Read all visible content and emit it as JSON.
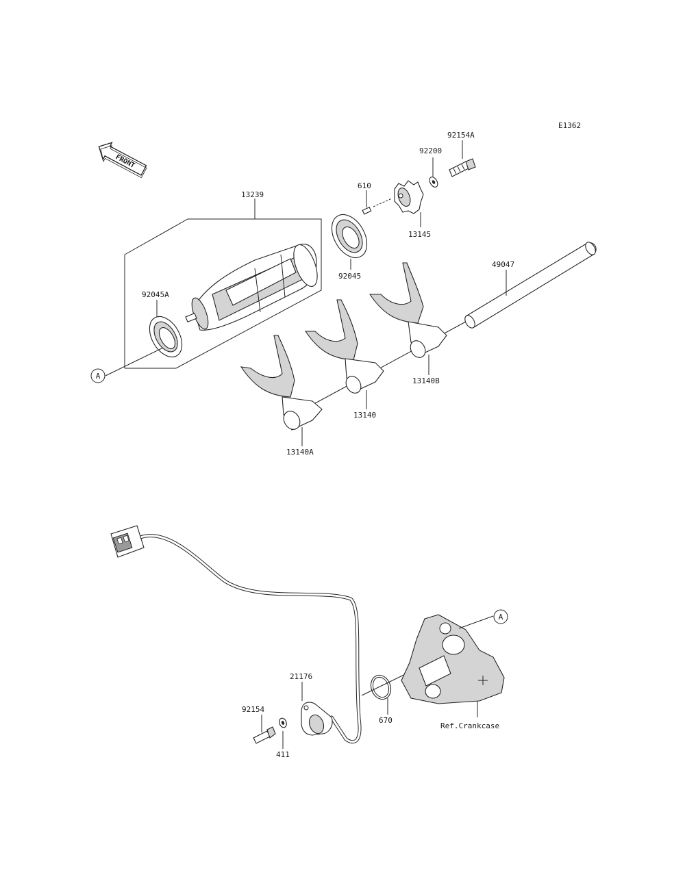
{
  "diagram_code": "E1362",
  "front_label": "FRONT",
  "ref_marker": "A",
  "parts": {
    "p13239": "13239",
    "p92045A": "92045A",
    "p610": "610",
    "p92200": "92200",
    "p92154A": "92154A",
    "p13145": "13145",
    "p92045": "92045",
    "p49047": "49047",
    "p13140B": "13140B",
    "p13140": "13140",
    "p13140A": "13140A",
    "p21176": "21176",
    "p92154": "92154",
    "p411": "411",
    "p670": "670",
    "ref_crankcase": "Ref.Crankcase"
  }
}
